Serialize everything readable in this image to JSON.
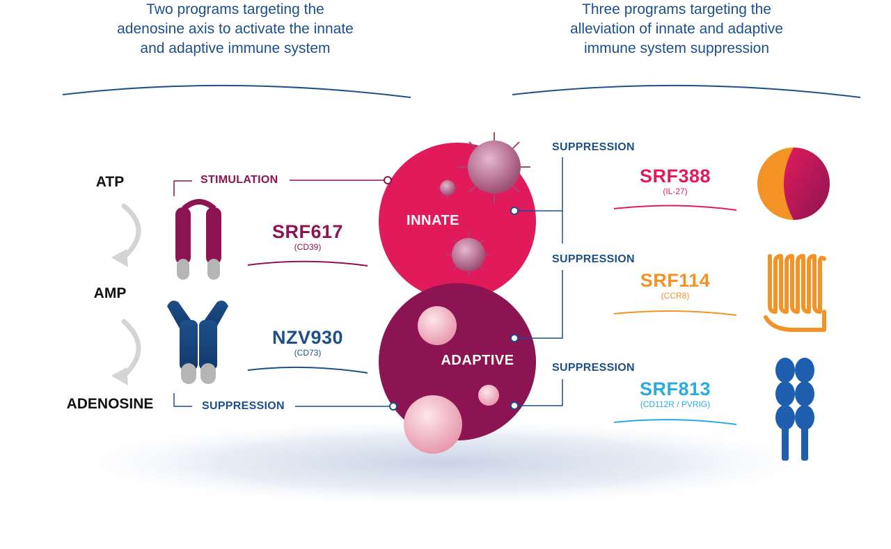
{
  "headings": {
    "left": [
      "Two programs targeting the",
      "adenosine axis to activate the innate",
      "and adaptive immune system"
    ],
    "right": [
      "Three programs targeting the",
      "alleviation of innate and adaptive",
      "immune system suppression"
    ]
  },
  "pathway": {
    "atp": "ATP",
    "amp": "AMP",
    "adenosine": "ADENOSINE"
  },
  "labels": {
    "stimulation": "STIMULATION",
    "suppression_left": "SUPPRESSION",
    "suppression_1": "SUPPRESSION",
    "suppression_2": "SUPPRESSION",
    "suppression_3": "SUPPRESSION"
  },
  "circles": {
    "innate": "INNATE",
    "adaptive": "ADAPTIVE"
  },
  "drugs": {
    "srf617": {
      "name": "SRF617",
      "target": "(CD39)",
      "color": "#8c1452"
    },
    "nzv930": {
      "name": "NZV930",
      "target": "(CD73)",
      "color": "#1d4f8a"
    },
    "srf388": {
      "name": "SRF388",
      "target": "(IL-27)",
      "color": "#e11b5b"
    },
    "srf114": {
      "name": "SRF114",
      "target": "(CCR8)",
      "color": "#f39325"
    },
    "srf813": {
      "name": "SRF813",
      "target": "(CD112R / PVRIG)",
      "color": "#29abe2"
    }
  },
  "colors": {
    "navy": "#1d4f8a",
    "magenta": "#e11b5b",
    "plum": "#8c1452",
    "orange": "#f39325",
    "sky": "#29abe2"
  },
  "icons": {
    "cycle_arrow": "curved-arrow-icon",
    "cd39_antibody": "cd39-antibody-icon",
    "cd73_antibody": "cd73-antibody-icon",
    "il27_sphere": "il27-sphere-icon",
    "ccr8_receptor": "ccr8-receptor-icon",
    "pvrig_receptor": "pvrig-receptor-icon"
  }
}
